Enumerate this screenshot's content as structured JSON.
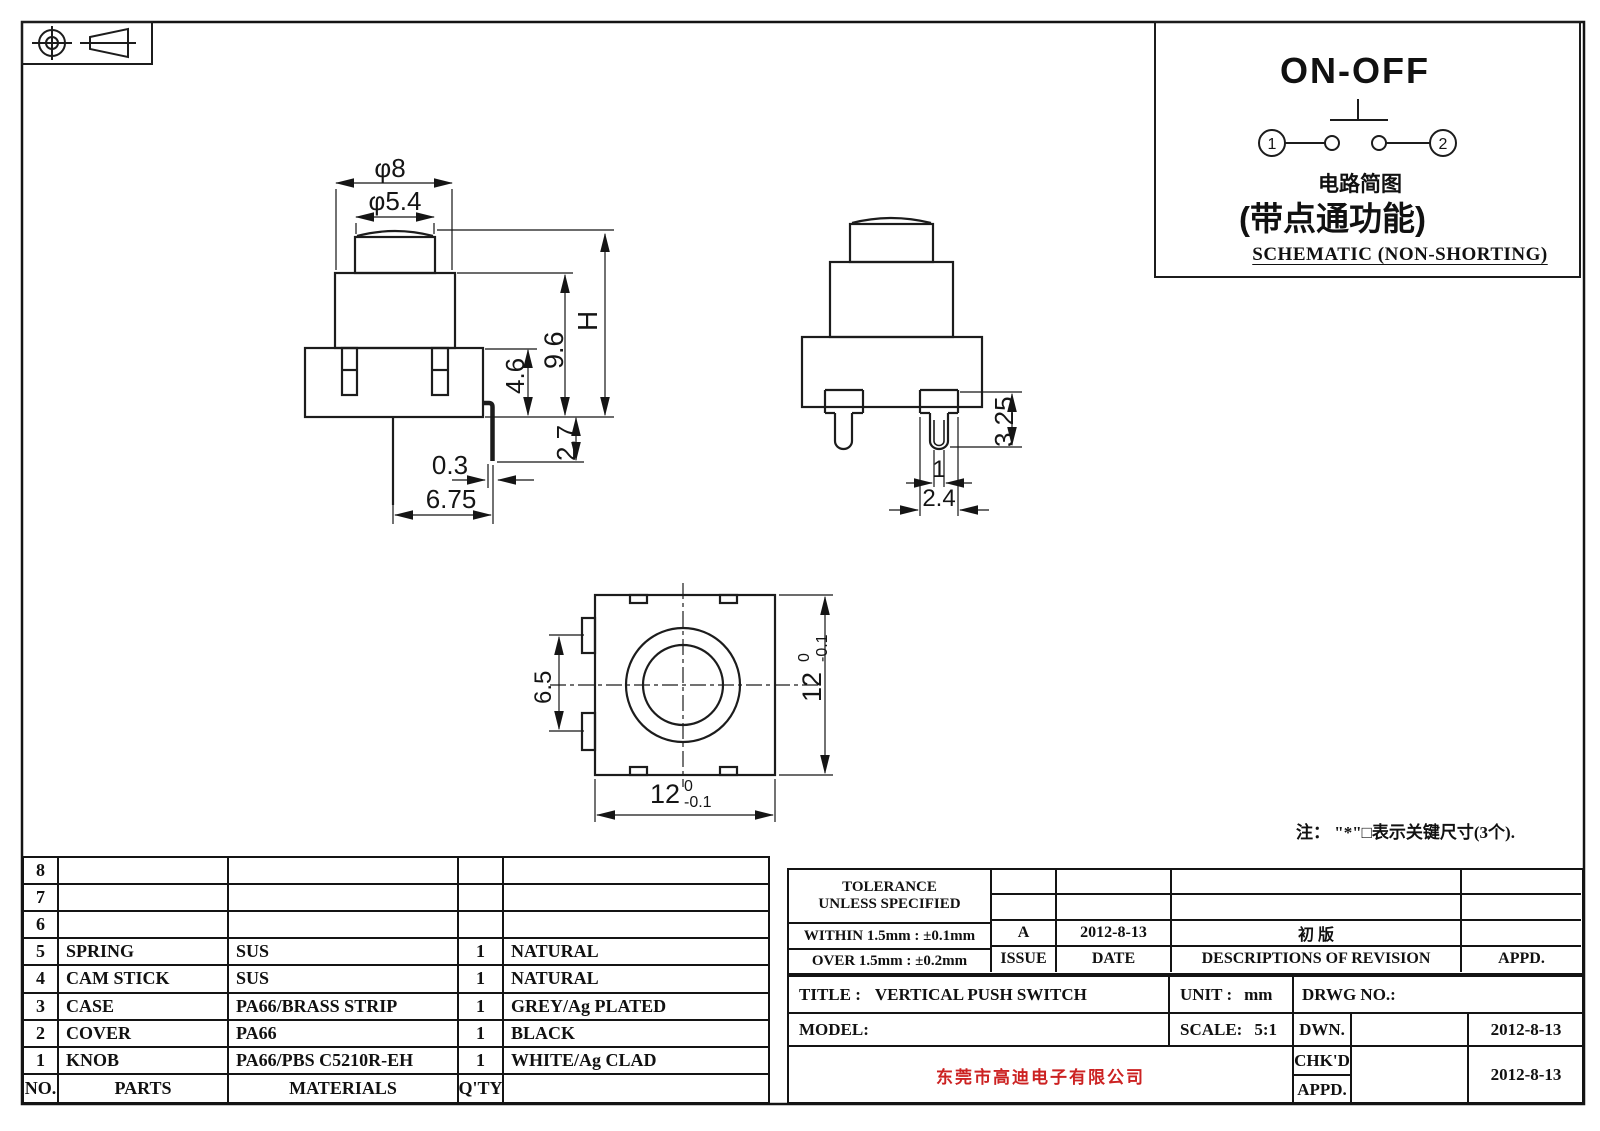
{
  "colors": {
    "line": "#1c1c1c",
    "company_red": "#cc2222",
    "background": "#ffffff"
  },
  "schematic_box": {
    "title": "ON-OFF",
    "terminal_1": "1",
    "terminal_2": "2",
    "caption_cn_small": "电路简图",
    "caption_cn_big": "(带点通功能)",
    "caption_en": "SCHEMATIC (NON-SHORTING)"
  },
  "note": "注： \"*\"□表示关键尺寸(3个).",
  "dims": {
    "front": {
      "knob_dia": "φ8",
      "knob_top_dia": "φ5.4",
      "total_height": "H",
      "upper_height": "9.6",
      "base_height": "4.6",
      "terminal_drop": "2.7",
      "terminal_thickness": "0.3",
      "terminal_offset": "6.75"
    },
    "side": {
      "pin_protrusion": "3.25",
      "pin_width": "1",
      "pin_base_width": "2.4"
    },
    "top": {
      "body_width": "12",
      "body_width_tol_upper": "0",
      "body_width_tol_lower": "-0.1",
      "body_depth": "12",
      "body_depth_tol_upper": "0",
      "body_depth_tol_lower": "-0.1",
      "tab_pitch": "6.5"
    }
  },
  "parts_table": {
    "rows": [
      {
        "no": "8",
        "part": "",
        "material": "",
        "qty": "",
        "color": ""
      },
      {
        "no": "7",
        "part": "",
        "material": "",
        "qty": "",
        "color": ""
      },
      {
        "no": "6",
        "part": "",
        "material": "",
        "qty": "",
        "color": ""
      },
      {
        "no": "5",
        "part": "SPRING",
        "material": "SUS",
        "qty": "1",
        "color": "NATURAL"
      },
      {
        "no": "4",
        "part": "CAM STICK",
        "material": "SUS",
        "qty": "1",
        "color": "NATURAL"
      },
      {
        "no": "3",
        "part": "CASE",
        "material": "PA66/BRASS STRIP",
        "qty": "1",
        "color": "GREY/Ag PLATED"
      },
      {
        "no": "2",
        "part": "COVER",
        "material": "PA66",
        "qty": "1",
        "color": "BLACK"
      },
      {
        "no": "1",
        "part": "KNOB",
        "material": "PA66/PBS C5210R-EH",
        "qty": "1",
        "color": "WHITE/Ag CLAD"
      }
    ],
    "footer": {
      "no": "NO.",
      "parts": "PARTS",
      "materials": "MATERIALS",
      "qty": "Q'TY",
      "color": ""
    }
  },
  "tolerance_block": {
    "line1": "TOLERANCE",
    "line2": "UNLESS  SPECIFIED",
    "within": "WITHIN 1.5mm : ±0.1mm",
    "over": "OVER 1.5mm : ±0.2mm"
  },
  "revision_block": {
    "issue_value": "A",
    "date_value": "2012-8-13",
    "description_value": "初 版",
    "issue_label": "ISSUE",
    "date_label": "DATE",
    "description_label": "DESCRIPTIONS OF REVISION",
    "appd_label": "APPD."
  },
  "title_block": {
    "title_label": "TITLE :",
    "title_value": "VERTICAL PUSH SWITCH",
    "unit_label": "UNIT :",
    "unit_value": "mm",
    "drwg_label": "DRWG NO.:",
    "model_label": "MODEL:",
    "scale_label": "SCALE:",
    "scale_value": "5:1",
    "dwn_label": "DWN.",
    "dwn_date": "2012-8-13",
    "chkd_label": "CHK'D",
    "appd_label": "APPD.",
    "chkd_appd_date": "2012-8-13",
    "company": "东莞市高迪电子有限公司"
  }
}
